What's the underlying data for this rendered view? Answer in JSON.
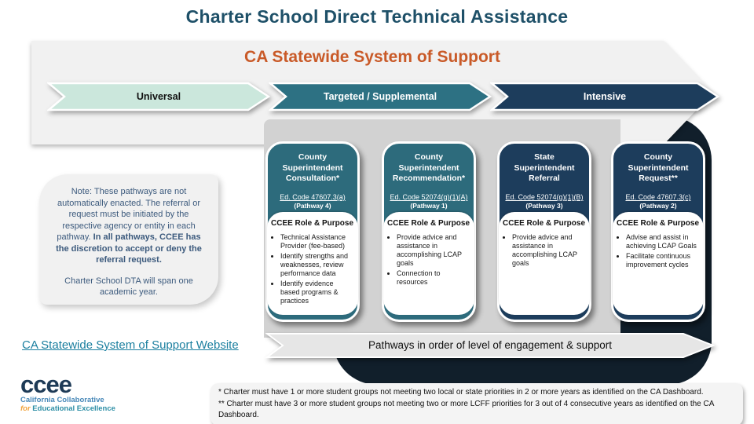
{
  "title": "Charter School Direct Technical Assistance",
  "banner": {
    "heading": "CA Statewide System of Support"
  },
  "tiers": [
    {
      "label": "Universal"
    },
    {
      "label": "Targeted / Supplemental"
    },
    {
      "label": "Intensive"
    }
  ],
  "cards": [
    {
      "title": "County Superintendent Consultation*",
      "ed_code": "Ed. Code 47607.3(a)",
      "pathway": "(Pathway 4)",
      "role_heading": "CCEE Role & Purpose",
      "bullets": [
        "Technical Assistance Provider (fee-based)",
        "Identify strengths and weaknesses, review performance data",
        "Identify evidence based programs & practices"
      ]
    },
    {
      "title": "County Superintendent Recommendation*",
      "ed_code": "Ed. Code 52074(g)(1)(A)",
      "pathway": "(Pathway 1)",
      "role_heading": "CCEE Role & Purpose",
      "bullets": [
        "Provide advice and assistance in accomplishing LCAP goals",
        "Connection to resources"
      ]
    },
    {
      "title": "State Superintendent Referral",
      "ed_code": "Ed. Code 52074(g)(1)(B)",
      "pathway": "(Pathway 3)",
      "role_heading": "CCEE Role & Purpose",
      "bullets": [
        "Provide advice and assistance in accomplishing LCAP goals"
      ]
    },
    {
      "title": "County Superintendent Request**",
      "ed_code": "Ed. Code 47607.3(c)",
      "pathway": "(Pathway 2)",
      "role_heading": "CCEE Role & Purpose",
      "bullets": [
        "Advise and assist in achieving LCAP Goals",
        "Facilitate continuous improvement cycles"
      ]
    }
  ],
  "note": {
    "lead": "Note: These pathways are not automatically enacted. The referral or request must be initiated by the respective agency or entity in each pathway.",
    "bold": "In all pathways, CCEE has the discretion to accept or deny the referral request.",
    "second": "Charter School DTA will span one academic year."
  },
  "link": {
    "label": "CA Statewide System of Support Website"
  },
  "pathways_ribbon": {
    "label": "Pathways in order of level of engagement & support"
  },
  "logo": {
    "wordmark": "ccee",
    "line1": "California Collaborative",
    "line2_prefix": "for",
    "line2_rest": " Educational Excellence"
  },
  "footnotes": [
    "* Charter must have 1 or more student groups not meeting two local or state priorities in 2 or more years as identified on the CA Dashboard.",
    "** Charter must have 3 or more student groups not meeting two or more LCFF priorities for 3 out of 4 consecutive years as identified on the CA Dashboard."
  ],
  "colors": {
    "title_text": "#1e5068",
    "banner_heading_text": "#c95a28",
    "banner_fill": "#f1f1f1",
    "tier_universal": "#cbe7dc",
    "tier_targeted": "#2d7183",
    "tier_intensive": "#1d3d5c",
    "card_teal_header": "#2d6b7c",
    "card_navy_header": "#1d3d5c",
    "backdrop": "#111f2b",
    "panel": "#d2d2d2",
    "note_bg": "#f1f1f1",
    "note_text": "#3c5a7d",
    "link_text": "#1b7f9f",
    "ribbon_fill": "#e6e6e6",
    "footnote_bg": "#f4f4f4",
    "logo_navy": "#1d3a56",
    "logo_blue": "#4788b8",
    "logo_teal": "#2e8fa6",
    "logo_orange": "#f2a33c"
  }
}
